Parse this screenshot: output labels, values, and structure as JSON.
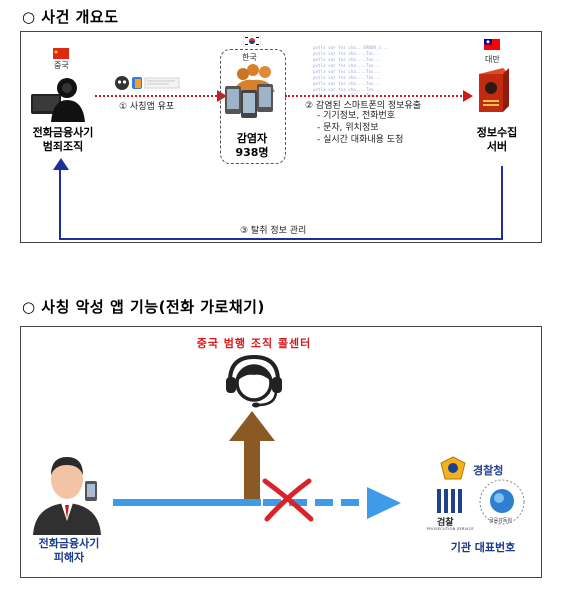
{
  "section1": {
    "title": "○ 사건 개요도",
    "left_flag_label": "중국",
    "left_caption_line1": "전화금융사기",
    "left_caption_line2": "범죄조직",
    "step1": "① 사칭앱 유포",
    "center_flag_label": "한국",
    "center_caption_line1": "감염자",
    "center_caption_line2": "938명",
    "step2": "② 감염된 스마트폰의 정보유출",
    "step2_items": [
      "- 기기정보, 전화번호",
      "- 문자, 위치정보",
      "- 실시간 대화내용 도청"
    ],
    "right_flag_label": "대만",
    "right_caption_line1": "정보수집",
    "right_caption_line2": "서버",
    "step3": "③ 탈취 정보 관리"
  },
  "section2": {
    "title": "○ 사칭 악성 앱 기능(전화 가로채기)",
    "call_center_label": "중국 범행 조직 콜센터",
    "victim_line1": "전화금융사기",
    "victim_line2": "피해자",
    "police_label": "경찰청",
    "prosecution_label": "검찰",
    "prosecution_sub": "PROSECUTION SERVICE",
    "fss_sub": "금융감독원",
    "target_label": "기관 대표번호"
  }
}
